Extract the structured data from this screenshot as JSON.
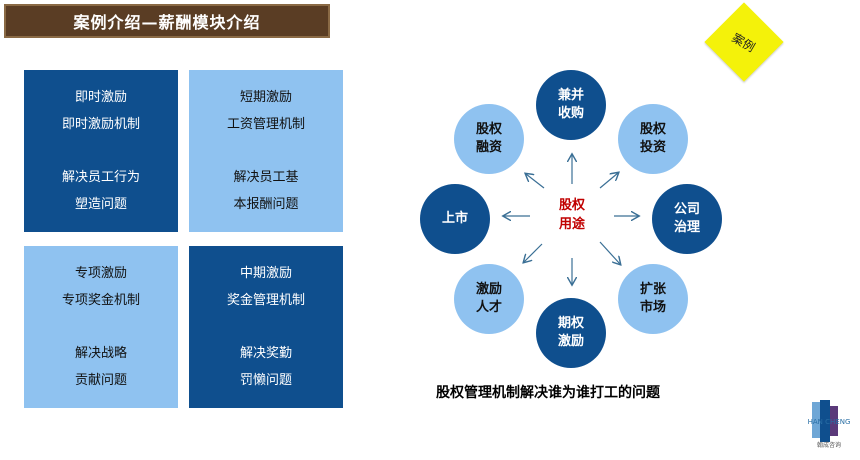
{
  "title": "案例介绍—薪酬模块介绍",
  "stamp": "案例",
  "quadrants": [
    {
      "line1": "即时激励",
      "line2": "即时激励机制",
      "line3": "解决员工行为",
      "line4": "塑造问题"
    },
    {
      "line1": "短期激励",
      "line2": "工资管理机制",
      "line3": "解决员工基",
      "line4": "本报酬问题"
    },
    {
      "line1": "专项激励",
      "line2": "专项奖金机制",
      "line3": "解决战略",
      "line4": "贡献问题"
    },
    {
      "line1": "中期激励",
      "line2": "奖金管理机制",
      "line3": "解决奖勤",
      "line4": "罚懒问题"
    }
  ],
  "center": {
    "line1": "股权",
    "line2": "用途"
  },
  "nodes": [
    {
      "line1": "兼并",
      "line2": "收购"
    },
    {
      "line1": "股权",
      "line2": "投资"
    },
    {
      "line1": "公司",
      "line2": "治理"
    },
    {
      "line1": "扩张",
      "line2": "市场"
    },
    {
      "line1": "期权",
      "line2": "激励"
    },
    {
      "line1": "激励",
      "line2": "人才"
    },
    {
      "line1": "上市",
      "line2": ""
    },
    {
      "line1": "股权",
      "line2": "融资"
    }
  ],
  "caption": "股权管理机制解决谁为谁打工的问题",
  "logo": {
    "brand": "HAN CHENG",
    "sub": "翰成咨询"
  },
  "colors": {
    "dark_blue": "#0f4f8e",
    "light_blue": "#8fc2f0",
    "title_brown": "#5a3d24",
    "center_red": "#c00000",
    "stamp_yellow": "#f4f20a"
  }
}
